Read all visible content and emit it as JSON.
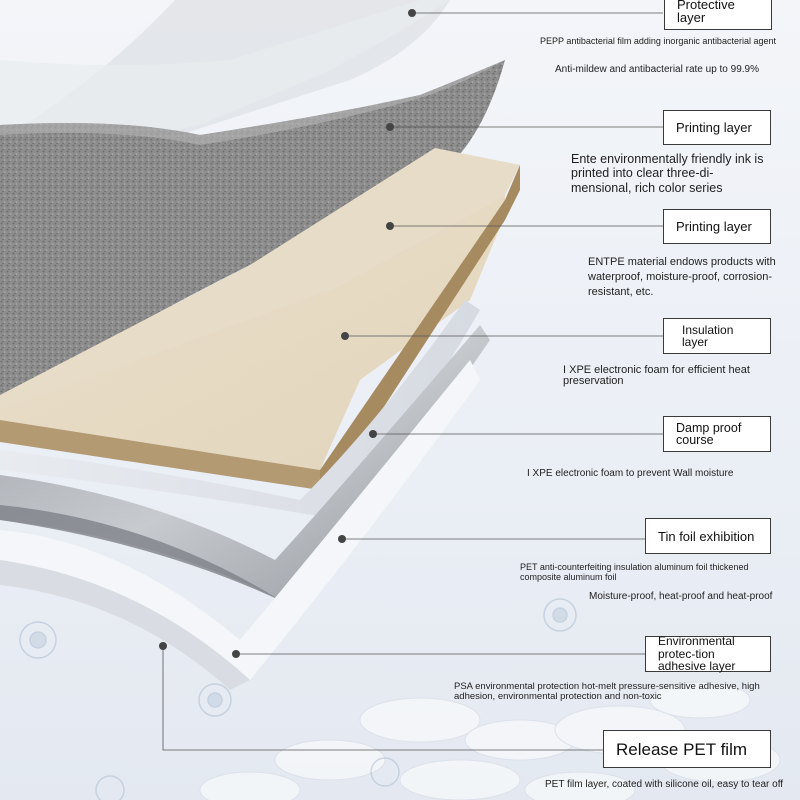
{
  "layers": [
    {
      "id": "protective",
      "title": "Protective\nlayer",
      "description": "PEPP antibacterial film adding inorganic antibacterial agent",
      "description2": "Anti-mildew and antibacterial rate up to 99.9%"
    },
    {
      "id": "printing-1",
      "title": "Printing layer",
      "description": "Ente environmentally friendly ink is printed into clear three-di-mensional, rich color series"
    },
    {
      "id": "printing-2",
      "title": "Printing layer",
      "description": "ENTPE material endows products with waterproof, moisture-proof, corrosion-resistant, etc."
    },
    {
      "id": "insulation",
      "title": "Insulation\nlayer",
      "description": "I XPE electronic foam for efficient heat preservation"
    },
    {
      "id": "damp-proof",
      "title": "Damp proof\ncourse",
      "description": "I XPE electronic foam to prevent Wall moisture"
    },
    {
      "id": "tin-foil",
      "title": "Tin foil exhibition",
      "description": "PET anti-counterfeiting insulation aluminum foil thickened composite aluminum foil",
      "description2": "Moisture-proof, heat-proof and heat-proof"
    },
    {
      "id": "adhesive",
      "title": "Environmental protec-tion adhesive layer",
      "description": "PSA environmental protection hot-melt pressure-sensitive adhesive, high adhesion, environmental protection and non-toxic"
    },
    {
      "id": "release",
      "title": "Release PET film",
      "description": "PET film layer, coated with silicone oil, easy to tear off"
    }
  ]
}
